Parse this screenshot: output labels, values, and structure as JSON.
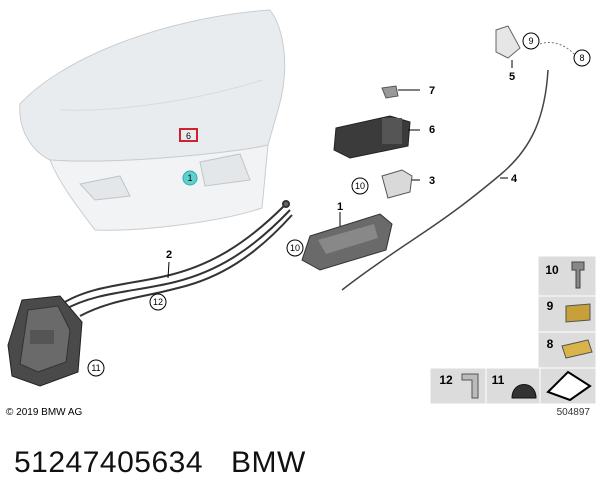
{
  "diagram": {
    "copyright": "© 2019 BMW AG",
    "image_number": "504897",
    "callouts": {
      "c1": "1",
      "c2": "2",
      "c3": "3",
      "c4": "4",
      "c5": "5",
      "c6": "6",
      "c7": "7",
      "c8": "8",
      "c9": "9",
      "c10a": "10",
      "c10b": "10",
      "c11": "11",
      "c12": "12",
      "trunk1": "1",
      "trunk6": "6"
    },
    "legend": {
      "g10": "10",
      "g9": "9",
      "g8": "8",
      "g12": "12",
      "g11": "11"
    }
  },
  "footer": {
    "part_number": "51247405634",
    "brand": "BMW"
  },
  "colors": {
    "teal": "#5ed0d0",
    "red": "#d2202f",
    "legend_bg": "#dcdcdc"
  }
}
